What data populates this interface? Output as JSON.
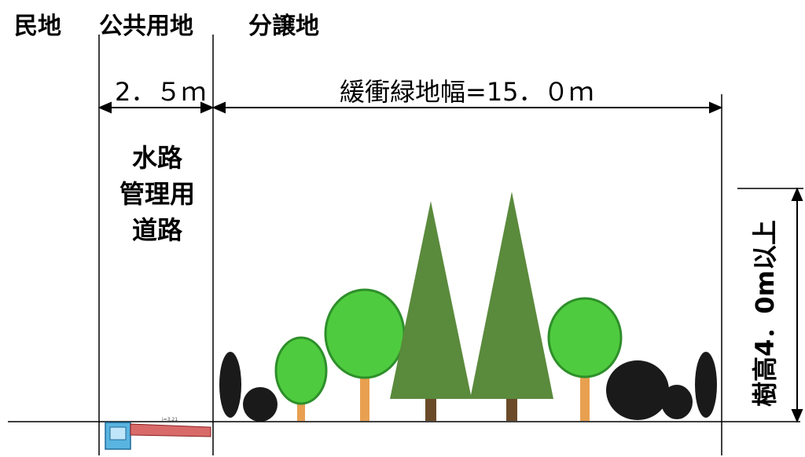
{
  "labels": {
    "private_land": "民地",
    "public_land": "公共用地",
    "subdivision_land": "分譲地",
    "road_width": "2．５ｍ",
    "buffer_width": "緩衝緑地幅=15．０ｍ",
    "road_name": "水路\n管理用\n道路",
    "tree_height": "樹高4．0m以上",
    "pipe_tag": "i=3.21"
  },
  "colors": {
    "line": "#000000",
    "deciduous_leaf": "#4fcb3f",
    "deciduous_leaf_dark": "#2e8f2a",
    "trunk": "#e8a050",
    "conifer": "#5a8a3c",
    "conifer_trunk": "#6b4a2a",
    "shrub": "#1a1a1a",
    "pipe": "#d86a6a",
    "channel": "#5ab4e0"
  }
}
